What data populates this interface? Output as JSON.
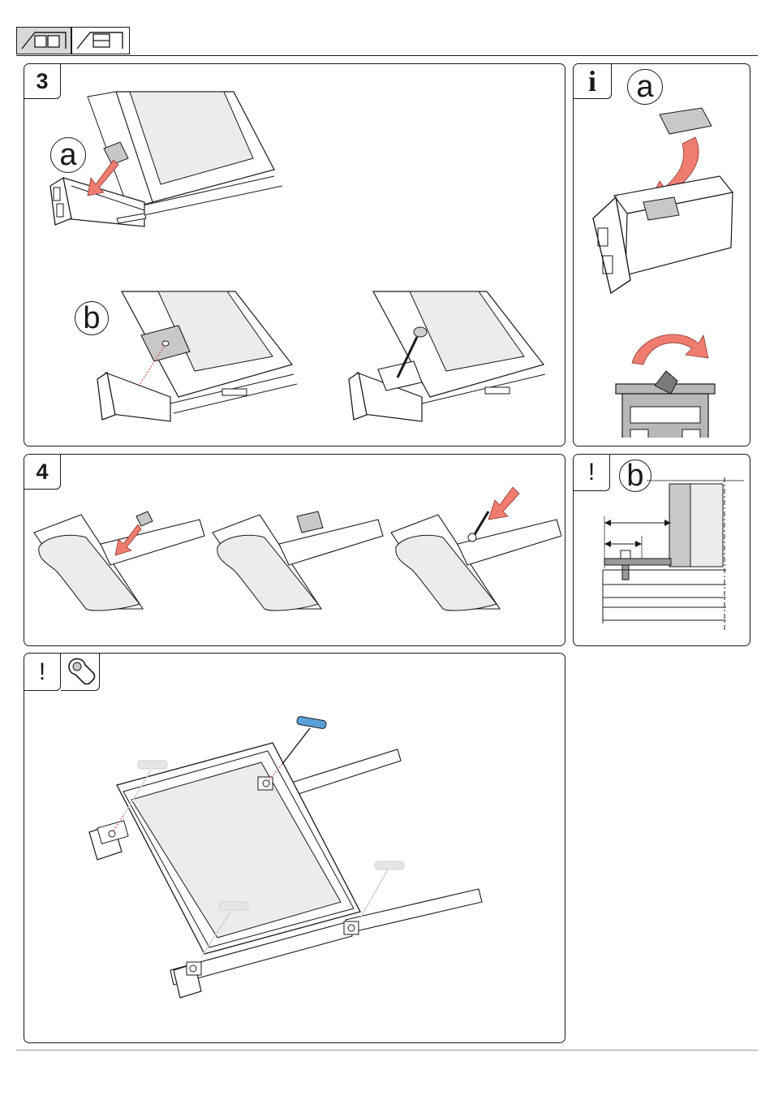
{
  "header": {
    "icons": [
      "roof-window-double-icon",
      "roof-window-single-icon"
    ]
  },
  "step3": {
    "number": "3",
    "callouts": [
      "a",
      "b"
    ]
  },
  "info_panel": {
    "symbol": "i",
    "callout": "a"
  },
  "step4": {
    "number": "4"
  },
  "note_panel": {
    "symbol": "!",
    "callout": "b"
  },
  "final_panel": {
    "symbol": "!",
    "icons": [
      "warning-icon",
      "wrench-icon"
    ]
  },
  "colors": {
    "arrow": "#f07c70",
    "glass": "#ececec",
    "tool_blue": "#5aa0d8",
    "profile_grey": "#b8b8b8"
  }
}
